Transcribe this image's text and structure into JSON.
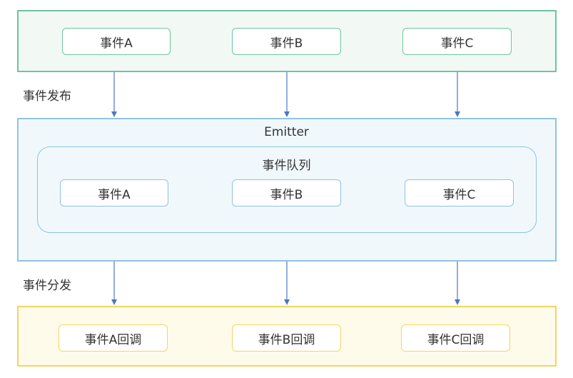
{
  "publish": {
    "label": "事件发布",
    "events": [
      "事件A",
      "事件B",
      "事件C"
    ]
  },
  "emitter": {
    "title": "Emitter",
    "queue_title": "事件队列",
    "queue_events": [
      "事件A",
      "事件B",
      "事件C"
    ]
  },
  "dispatch": {
    "label": "事件分发",
    "callbacks": [
      "事件A回调",
      "事件B回调",
      "事件C回调"
    ]
  },
  "colors": {
    "publish_border": "#6cc5a0",
    "emitter_border": "#8fc3e3",
    "callback_border": "#f3d562",
    "arrow": "#4a77c4"
  }
}
